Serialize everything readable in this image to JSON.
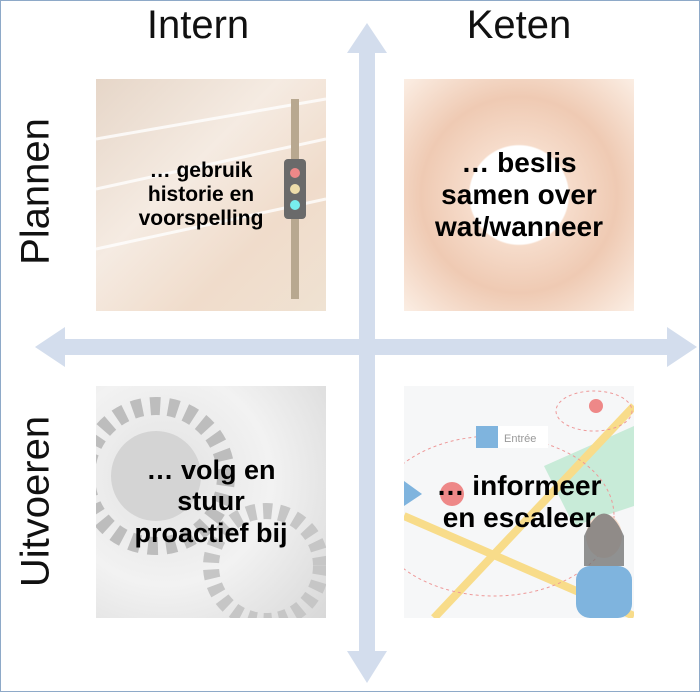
{
  "columns": {
    "left": "Intern",
    "right": "Keten"
  },
  "rows": {
    "top": "Plannen",
    "bottom": "Uitvoeren"
  },
  "quadrants": {
    "plan_intern": [
      "… gebruik",
      "historie en",
      "voorspelling"
    ],
    "plan_keten": [
      "… beslis",
      "samen over",
      "wat/wanneer"
    ],
    "exec_intern": [
      "… volg en",
      "stuur",
      "proactief bij"
    ],
    "exec_keten": [
      "… informeer",
      "en escaleer"
    ],
    "map_label": "Entrée"
  },
  "colors": {
    "arrow": "#d3dded",
    "border": "#8ea9c8"
  }
}
